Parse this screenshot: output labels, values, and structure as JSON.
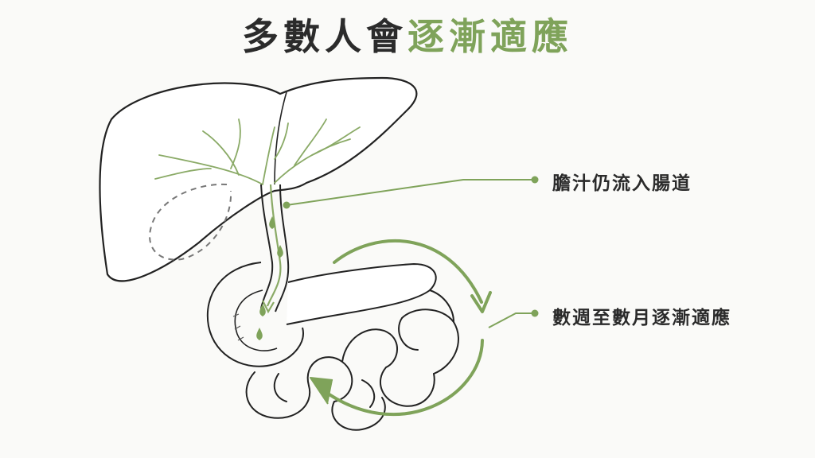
{
  "title": {
    "part1": "多數人會",
    "part2": "逐漸適應"
  },
  "callouts": [
    {
      "label": "膽汁仍流入腸道"
    },
    {
      "label": "數週至數月逐漸適應"
    }
  ],
  "colors": {
    "accent": "#7fa35a",
    "outline": "#2b2b2b",
    "background": "#fafaf8"
  }
}
